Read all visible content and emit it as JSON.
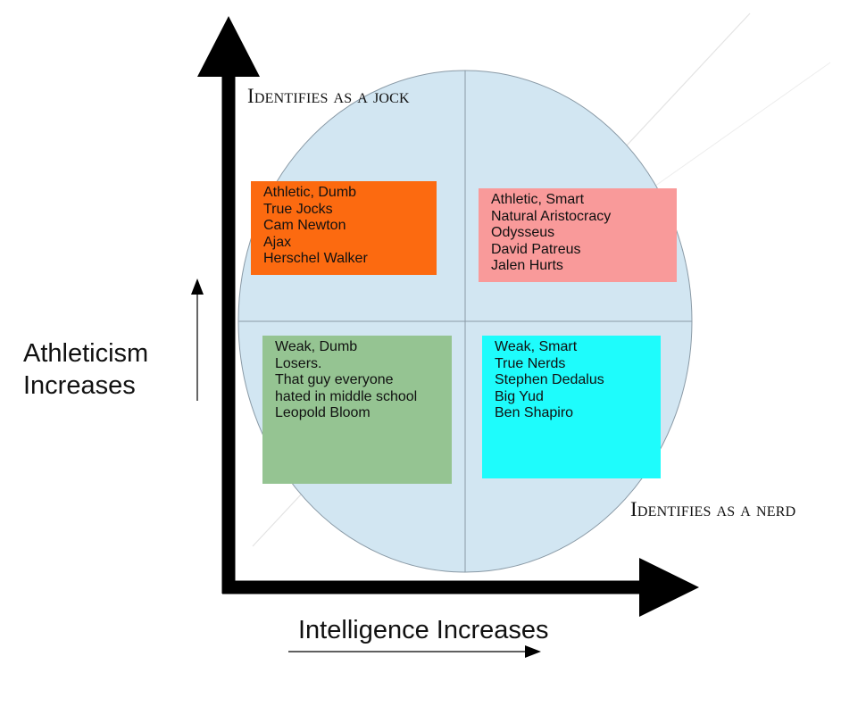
{
  "diagram": {
    "labels": {
      "jock": "Identifies as a jock",
      "nerd": "Identifies as a nerd",
      "y_axis_line1": "Athleticism",
      "y_axis_line2": "Increases",
      "x_axis": "Intelligence Increases"
    },
    "quadrants": {
      "athletic_dumb": {
        "color": "#fc6a10",
        "lines": [
          "Athletic, Dumb",
          "True Jocks",
          "Cam Newton",
          "Ajax",
          "Herschel Walker"
        ]
      },
      "athletic_smart": {
        "color": "#f99a9a",
        "lines": [
          "Athletic, Smart",
          "Natural Aristocracy",
          "Odysseus",
          "David Patreus",
          "Jalen Hurts"
        ]
      },
      "weak_dumb": {
        "color": "#95c492",
        "lines": [
          "Weak, Dumb",
          "Losers.",
          "That guy everyone",
          "hated in middle school",
          "Leopold Bloom"
        ]
      },
      "weak_smart": {
        "color": "#1efcfc",
        "lines": [
          "Weak, Smart",
          "True Nerds",
          "Stephen Dedalus",
          "Big Yud",
          "Ben Shapiro"
        ]
      }
    },
    "circle_color": "#d2e6f2",
    "axis_color": "#000000"
  }
}
